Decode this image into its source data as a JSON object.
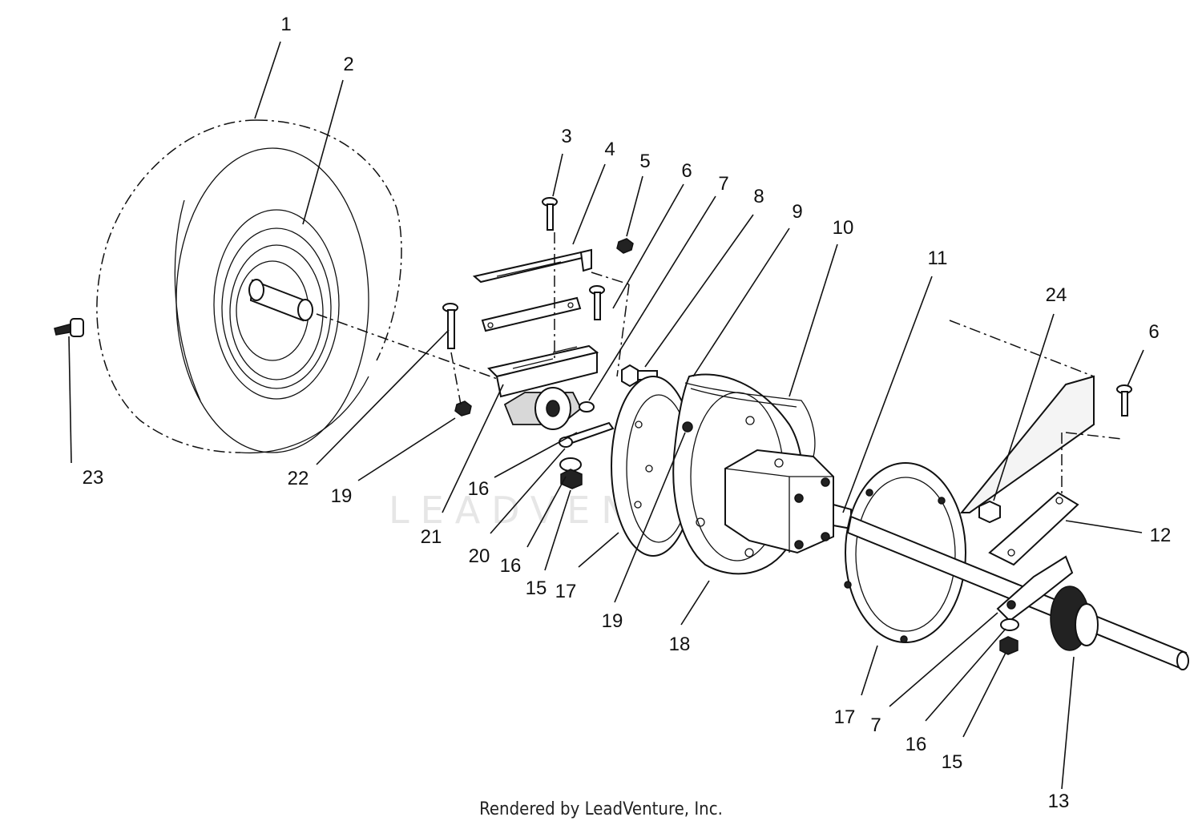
{
  "watermark": "LEADVENTURE",
  "footer": "Rendered by LeadVenture, Inc.",
  "callouts": {
    "c1": "1",
    "c2": "2",
    "c3": "3",
    "c4": "4",
    "c5": "5",
    "c6a": "6",
    "c6b": "6",
    "c7a": "7",
    "c7b": "7",
    "c8": "8",
    "c9": "9",
    "c10": "10",
    "c11": "11",
    "c12": "12",
    "c13": "13",
    "c15a": "15",
    "c15b": "15",
    "c16a": "16",
    "c16b": "16",
    "c16c": "16",
    "c17a": "17",
    "c17b": "17",
    "c18": "18",
    "c19a": "19",
    "c19b": "19",
    "c20": "20",
    "c21": "21",
    "c22": "22",
    "c23": "23",
    "c24": "24"
  }
}
